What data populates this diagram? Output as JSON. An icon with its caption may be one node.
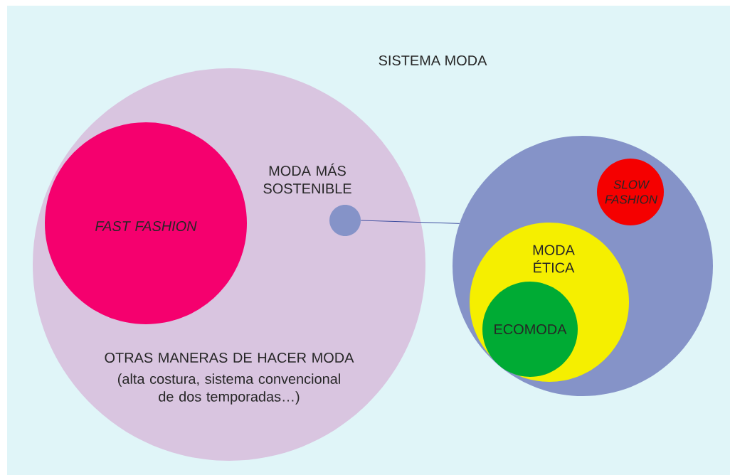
{
  "diagram": {
    "title": "SISTEMA MODA",
    "nodes": [
      {
        "text": [
          "OTRAS MANERAS DE HACER MODA",
          "(alta costura, sistema convencional de dos temporadas…)"
        ]
      },
      {
        "text": [
          "FAST FASHION"
        ],
        "in": 0
      },
      {
        "text": [],
        "shape": "circle",
        "in": 0,
        "beside": [
          "MODA MÁS SOSTENIBLE"
        ]
      },
      {
        "text": [],
        "shape": "circle"
      },
      {
        "text": [
          "SLOW FASHION"
        ],
        "in": 3
      },
      {
        "text": [
          "MODA ÉTICA"
        ],
        "in": 3
      },
      {
        "text": [
          "ECOMODA"
        ],
        "in": 5
      }
    ],
    "edges": [
      {
        "from": 2,
        "to": 3,
        "arrow": "none"
      }
    ]
  }
}
